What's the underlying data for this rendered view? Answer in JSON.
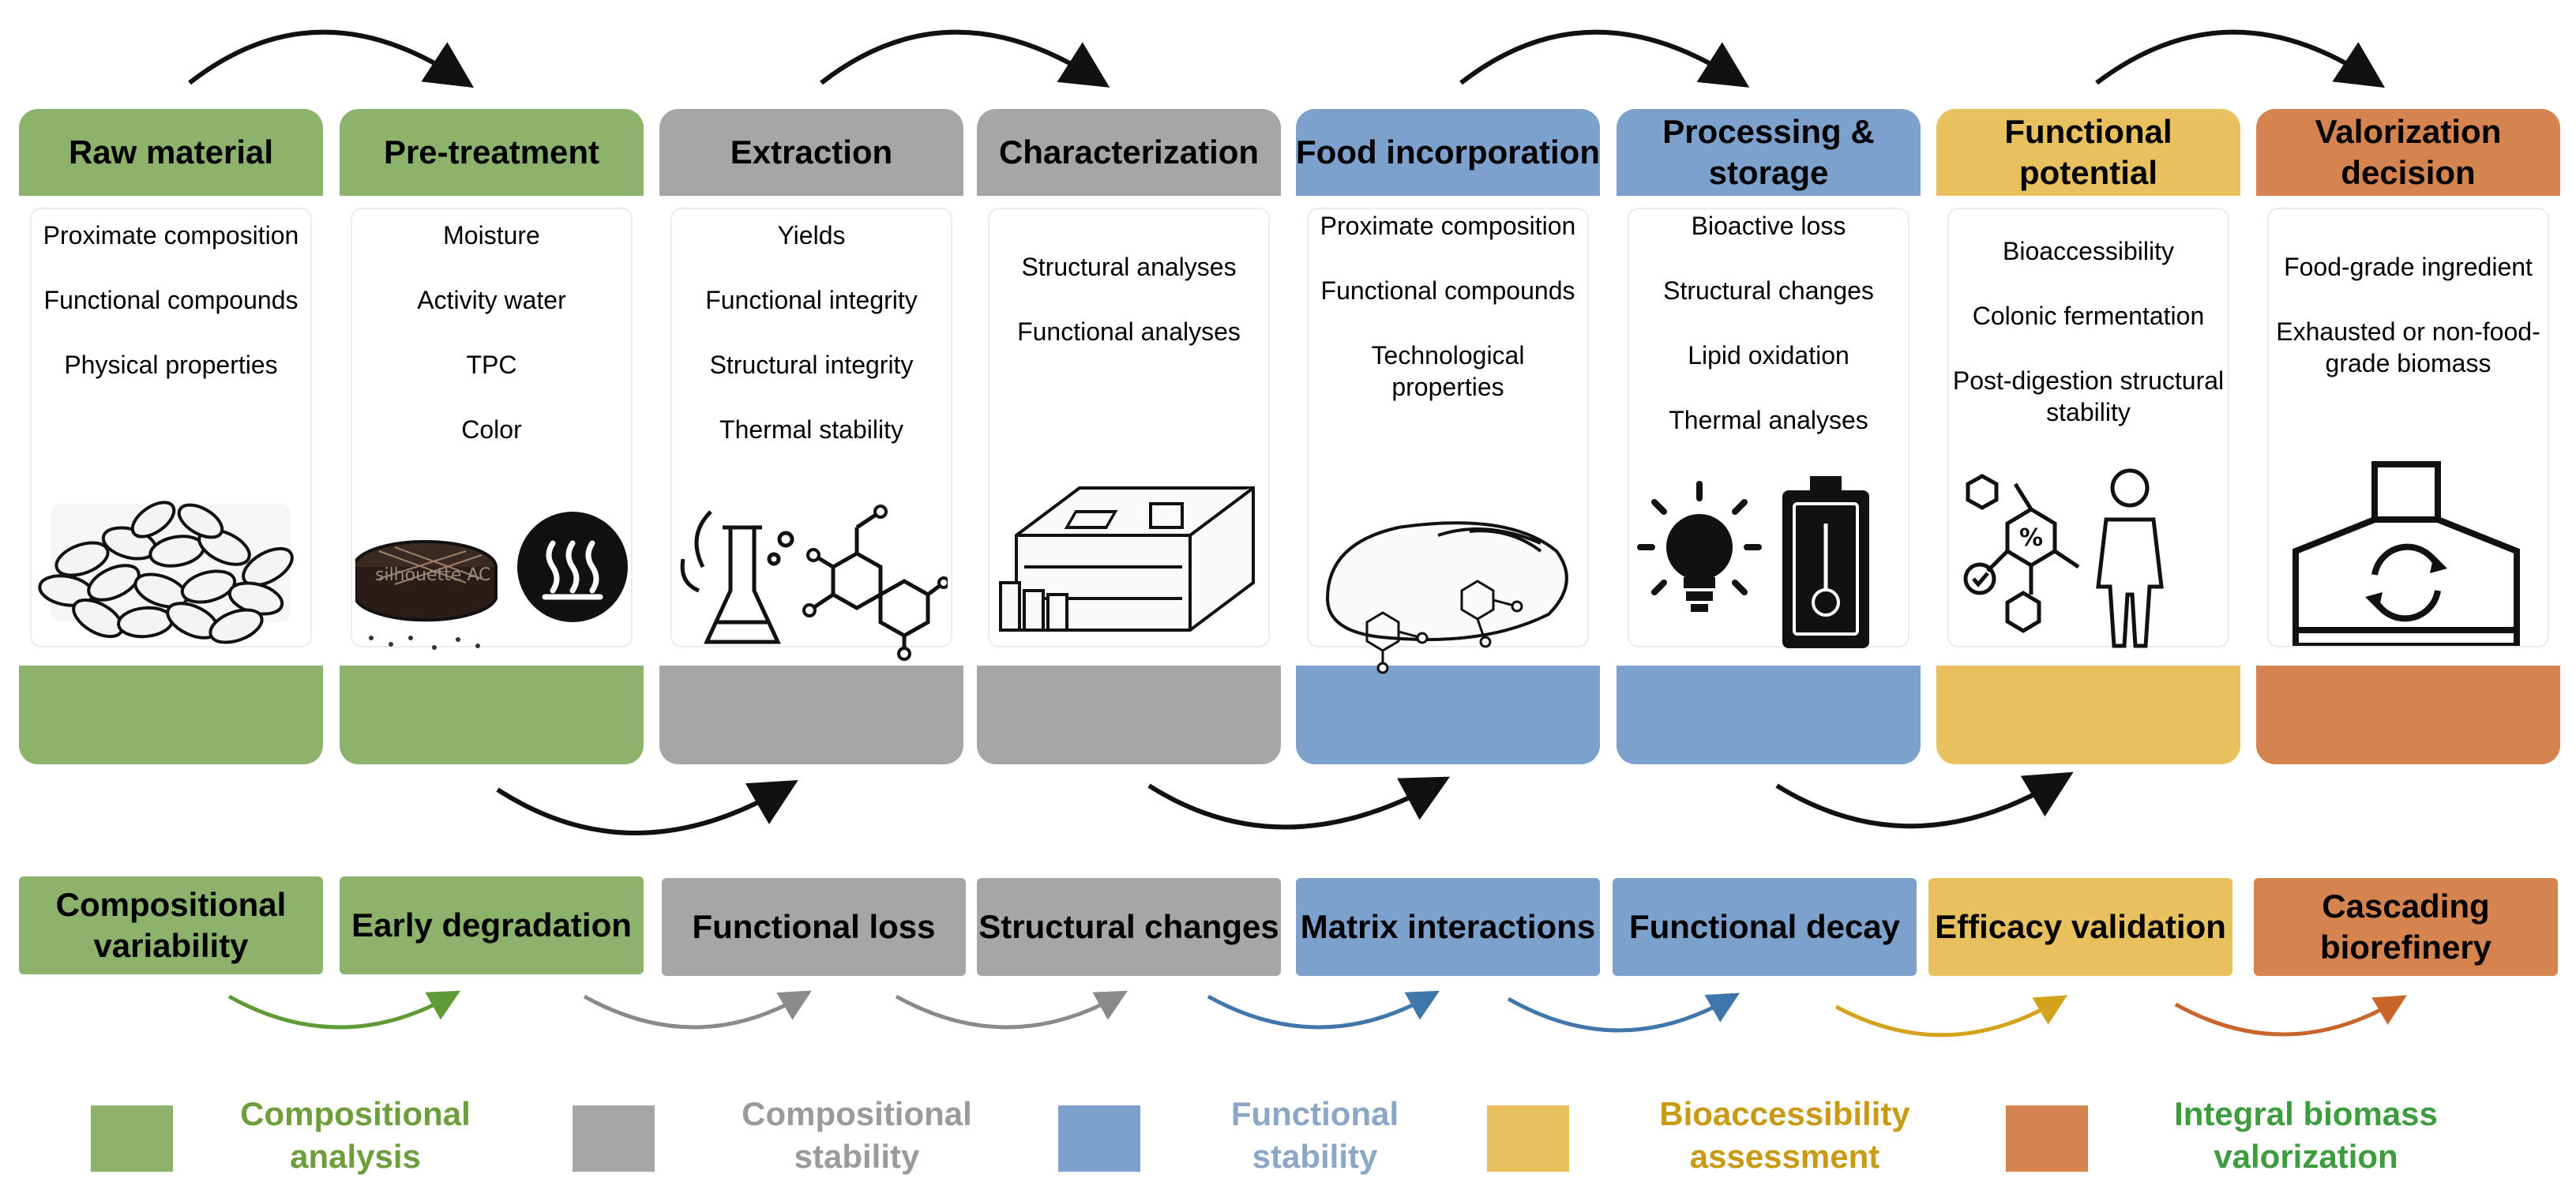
{
  "colors": {
    "green": "#8db26c",
    "gray": "#a6a6a6",
    "blue": "#7ba1cc",
    "yellow": "#e8c15e",
    "orange": "#d58450",
    "legend_green_text": "#6e9e3c",
    "legend_gray_text": "#9a9a9a",
    "legend_blue_text": "#8ba6c6",
    "legend_yellow_text": "#c99a14",
    "legend_orange_text": "#3d9c3d"
  },
  "stages": [
    {
      "title": "Raw material",
      "items": [
        "Proximate composition",
        "Functional compounds",
        "Physical properties"
      ],
      "icon": "seeds-icon"
    },
    {
      "title": "Pre-treatment",
      "items": [
        "Moisture",
        "Activity water",
        "TPC",
        "Color"
      ],
      "icon": "sieve-heat-icon"
    },
    {
      "title": "Extraction",
      "items": [
        "Yields",
        "Functional integrity",
        "Structural integrity",
        "Thermal stability"
      ],
      "icon": "flask-molecule-icon"
    },
    {
      "title": "Characterization",
      "items": [
        "Structural analyses",
        "Functional analyses"
      ],
      "icon": "spectrophotometer-icon"
    },
    {
      "title": "Food incorporation",
      "items": [
        "Proximate composition",
        "Functional compounds",
        "Technological properties"
      ],
      "icon": "bread-molecule-icon"
    },
    {
      "title": "Processing & storage",
      "items": [
        "Bioactive loss",
        "Structural changes",
        "Lipid oxidation",
        "Thermal analyses"
      ],
      "icon": "light-thermometer-icon"
    },
    {
      "title": "Functional potential",
      "items": [
        "Bioaccessibility",
        "Colonic fermentation",
        "Post-digestion structural stability"
      ],
      "icon": "molecule-human-icon"
    },
    {
      "title": "Valorization decision",
      "items": [
        "Food-grade ingredient",
        "Exhausted or non-food-grade biomass"
      ],
      "icon": "biorefinery-icon"
    }
  ],
  "challenges": [
    "Compositional variability",
    "Early degradation",
    "Functional loss",
    "Structural changes",
    "Matrix interactions",
    "Functional decay",
    "Efficacy validation",
    "Cascading biorefinery"
  ],
  "legend": [
    "Compositional analysis",
    "Compositional stability",
    "Functional stability",
    "Bioaccessibility assessment",
    "Integral biomass valorization"
  ],
  "watermark": "silhouette AC"
}
